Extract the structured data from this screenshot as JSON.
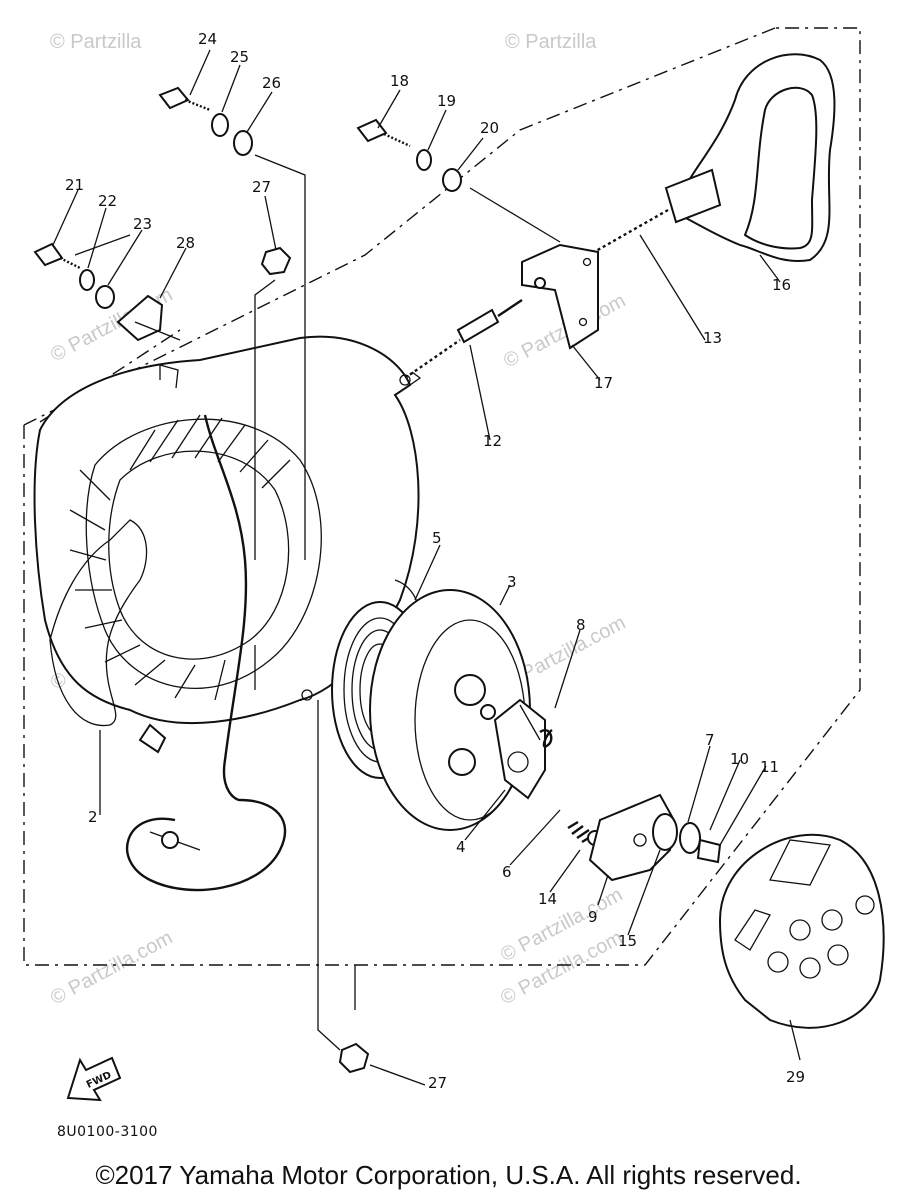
{
  "watermarks": [
    "© Partzilla",
    "© Partzilla",
    "© Partzilla.com",
    "© Partzilla.com",
    "© Partzilla.com",
    "© Partzilla.com",
    "© Partzilla.com",
    "© Partzilla.com",
    "© Partzilla.com",
    "© Partzilla"
  ],
  "callouts": {
    "c24": "24",
    "c25": "25",
    "c26": "26",
    "c18": "18",
    "c19": "19",
    "c20": "20",
    "c21": "21",
    "c22": "22",
    "c23": "23",
    "c27a": "27",
    "c28": "28",
    "c16": "16",
    "c13": "13",
    "c17": "17",
    "c12": "12",
    "c5": "5",
    "c3": "3",
    "c8": "8",
    "c7": "7",
    "c10": "10",
    "c11": "11",
    "c2": "2",
    "c4": "4",
    "c6": "6",
    "c14": "14",
    "c9": "9",
    "c15": "15",
    "c29": "29",
    "c27b": "27"
  },
  "fwd_label": "FWD",
  "part_code": "8U0100-3100",
  "copyright": "©2017 Yamaha Motor Corporation, U.S.A. All rights reserved."
}
